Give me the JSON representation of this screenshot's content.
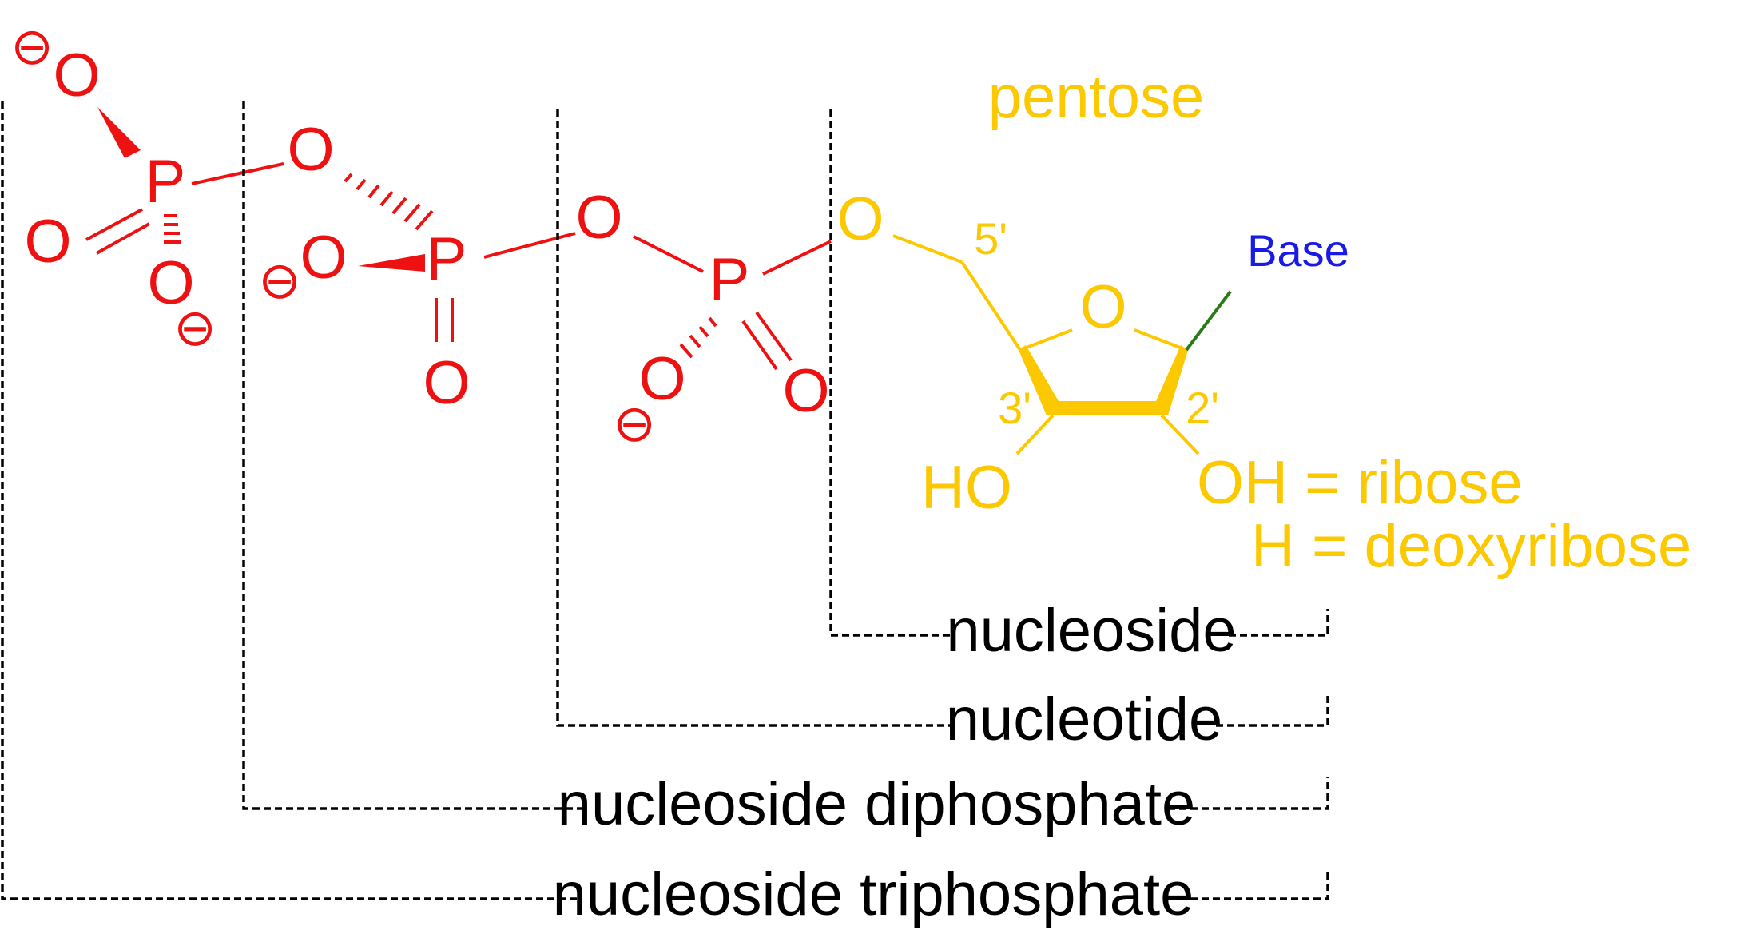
{
  "colors": {
    "phosphate": "#ee1111",
    "sugar": "#fcc800",
    "base": "#1a1ae6",
    "glycosidic_bond": "#2a7a1a",
    "bracket": "#000000"
  },
  "atoms": {
    "phosphorus": "P",
    "oxygen": "O",
    "negative_charge": "⊖"
  },
  "sugar": {
    "title": "pentose",
    "ring_oxygen": "O",
    "link_oxygen": "O",
    "position_5": "5'",
    "position_3": "3'",
    "position_2": "2'",
    "hydroxyl_3": "HO",
    "substituent_ribose": "OH = ribose",
    "substituent_deoxyribose": "H = deoxyribose"
  },
  "base": {
    "label": "Base"
  },
  "brackets": {
    "nucleoside": "nucleoside",
    "nucleotide": "nucleotide",
    "diphosphate": "nucleoside diphosphate",
    "triphosphate": "nucleoside triphosphate"
  }
}
